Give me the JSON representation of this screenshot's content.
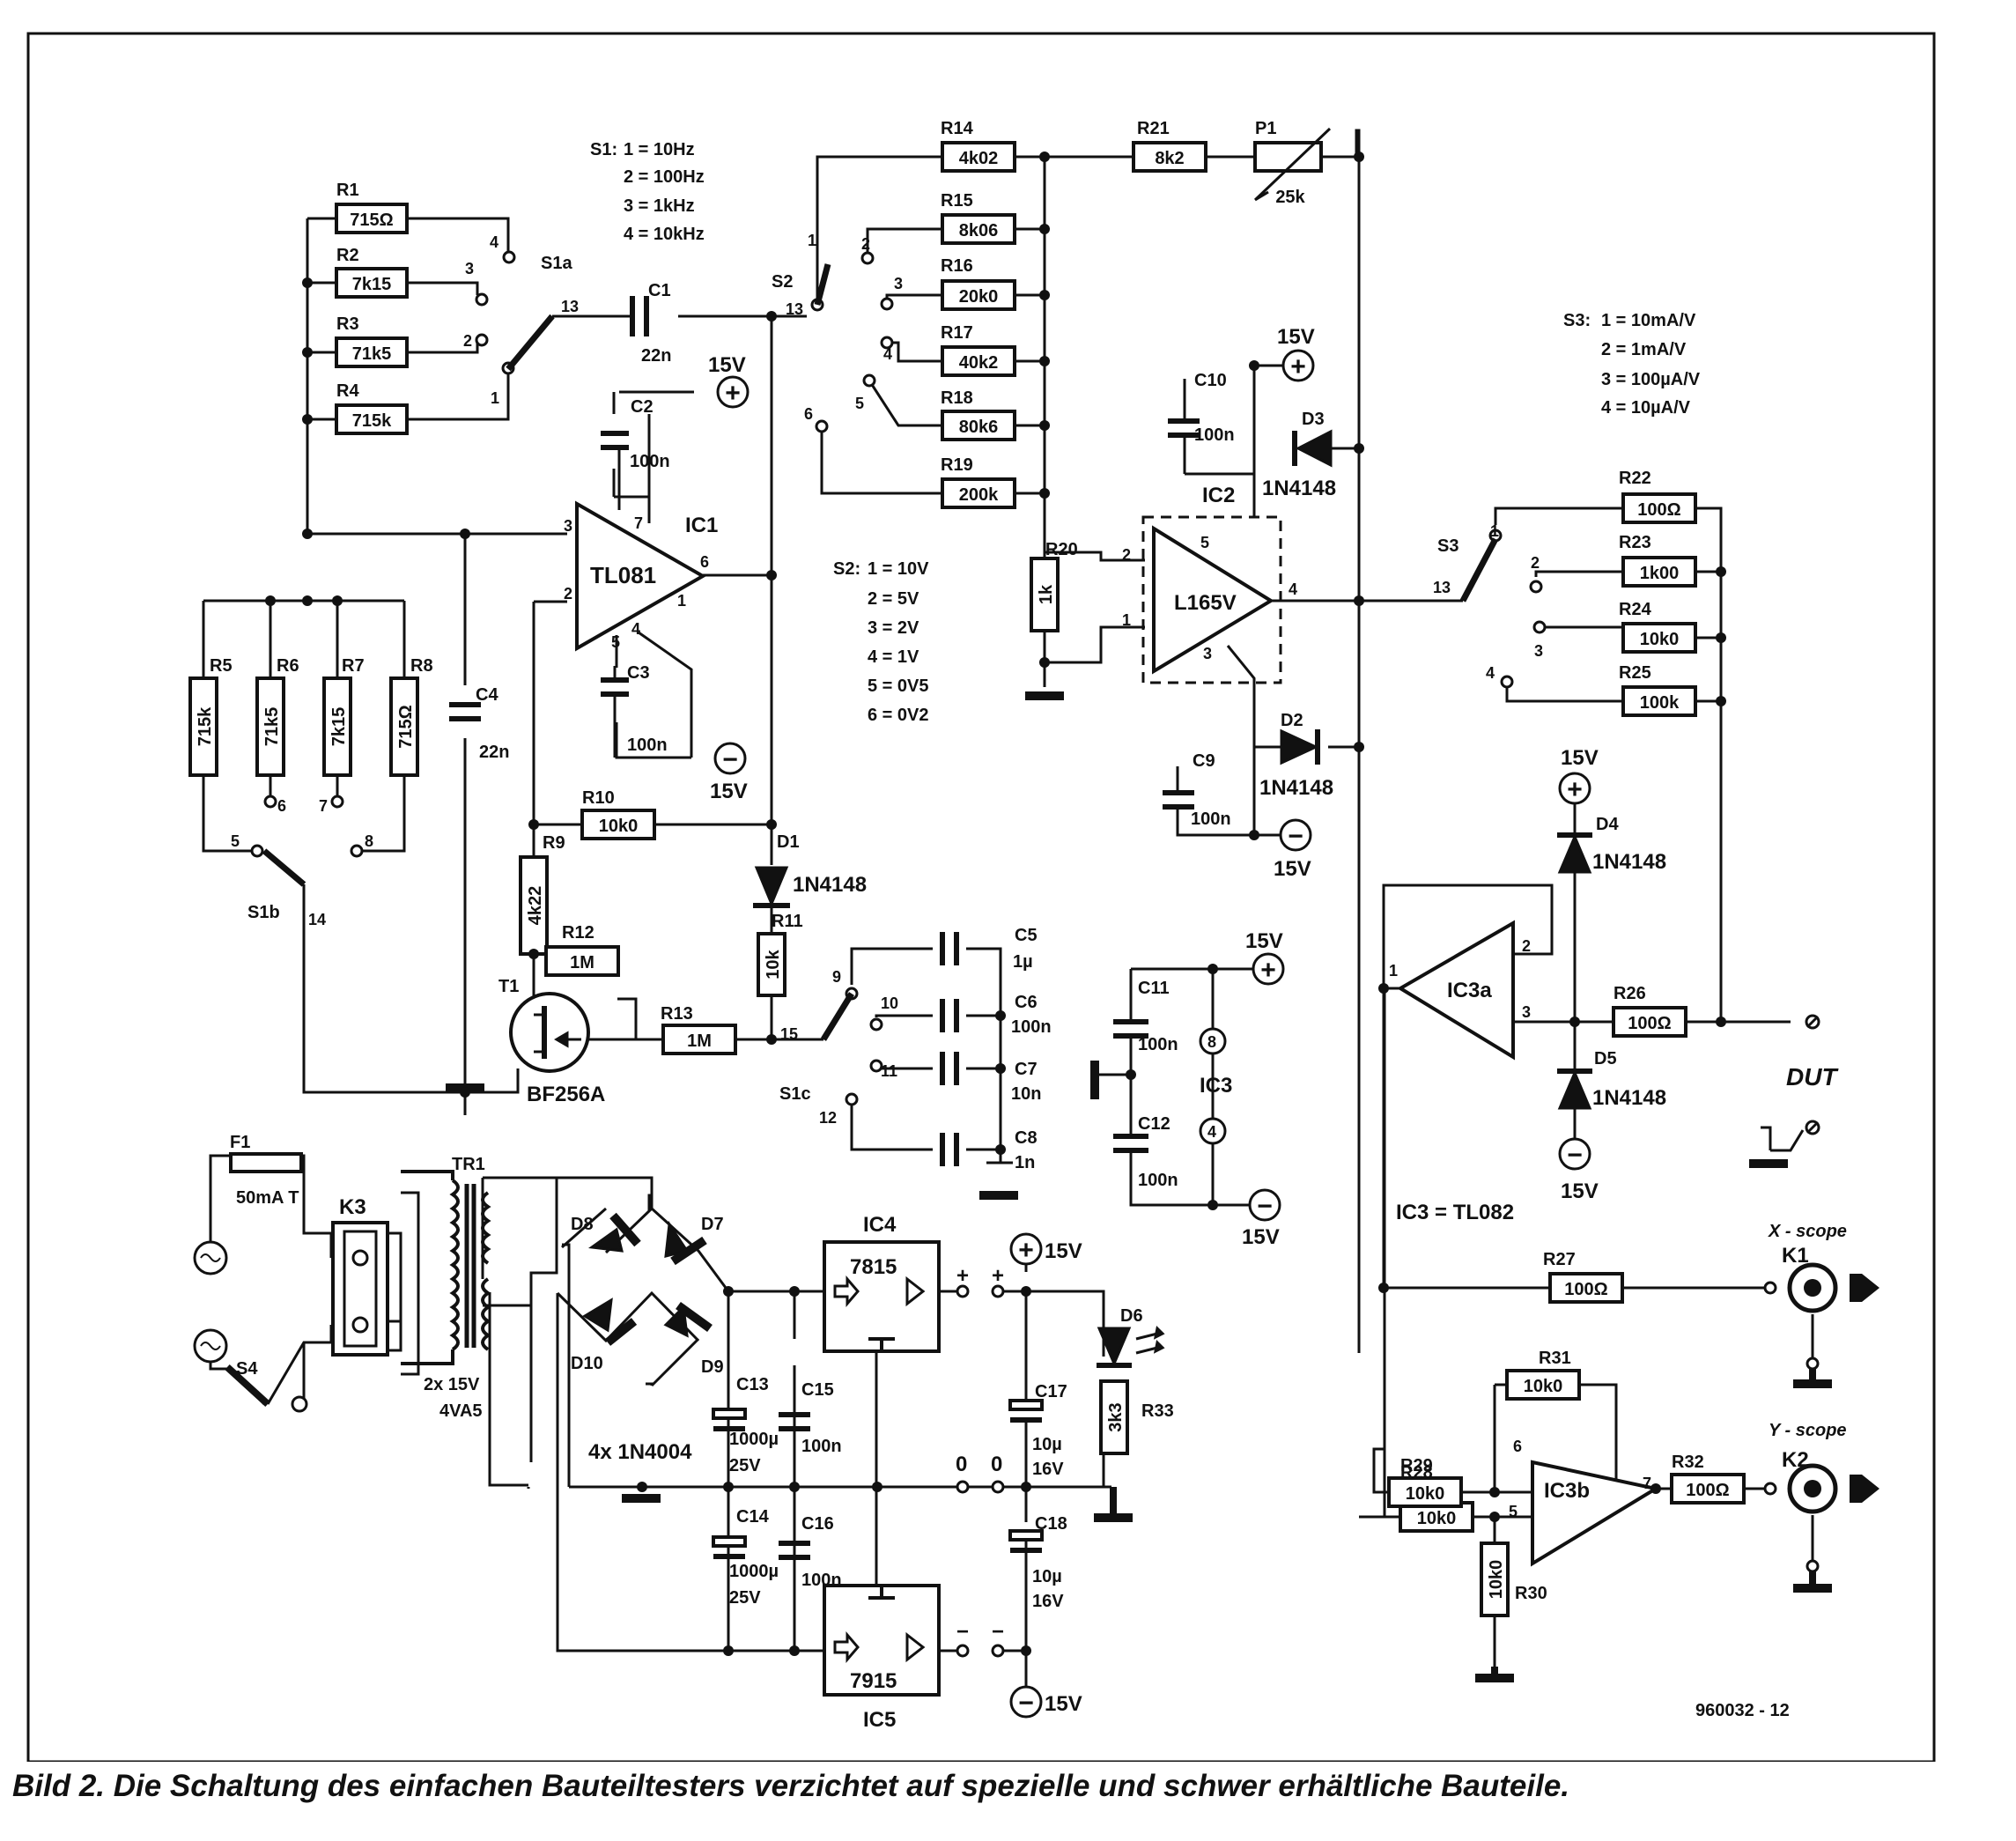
{
  "caption": "Bild 2. Die Schaltung des einfachen Bauteiltesters verzichtet auf spezielle und schwer erhältliche Bauteile.",
  "drawing_number": "960032 - 12",
  "switch_legends": {
    "s1": {
      "title": "S1:",
      "lines": [
        "1 = 10Hz",
        "2 = 100Hz",
        "3 = 1kHz",
        "4 = 10kHz"
      ]
    },
    "s2": {
      "title": "S2:",
      "lines": [
        "1 = 10V",
        "2 = 5V",
        "3 = 2V",
        "4 = 1V",
        "5 = 0V5",
        "6 = 0V2"
      ]
    },
    "s3": {
      "title": "S3:",
      "lines": [
        "1 = 10mA/V",
        "2 = 1mA/V",
        "3 = 100µA/V",
        "4 = 10µA/V"
      ]
    }
  },
  "resistors": [
    {
      "ref": "R1",
      "value": "715Ω"
    },
    {
      "ref": "R2",
      "value": "7k15"
    },
    {
      "ref": "R3",
      "value": "71k5"
    },
    {
      "ref": "R4",
      "value": "715k"
    },
    {
      "ref": "R5",
      "value": "715k"
    },
    {
      "ref": "R6",
      "value": "71k5"
    },
    {
      "ref": "R7",
      "value": "7k15"
    },
    {
      "ref": "R8",
      "value": "715Ω"
    },
    {
      "ref": "R9",
      "value": "4k22"
    },
    {
      "ref": "R10",
      "value": "10k0"
    },
    {
      "ref": "R11",
      "value": "10k"
    },
    {
      "ref": "R12",
      "value": "1M"
    },
    {
      "ref": "R13",
      "value": "1M"
    },
    {
      "ref": "R14",
      "value": "4k02"
    },
    {
      "ref": "R15",
      "value": "8k06"
    },
    {
      "ref": "R16",
      "value": "20k0"
    },
    {
      "ref": "R17",
      "value": "40k2"
    },
    {
      "ref": "R18",
      "value": "80k6"
    },
    {
      "ref": "R19",
      "value": "200k"
    },
    {
      "ref": "R20",
      "value": "1k"
    },
    {
      "ref": "R21",
      "value": "8k2"
    },
    {
      "ref": "R22",
      "value": "100Ω"
    },
    {
      "ref": "R23",
      "value": "1k00"
    },
    {
      "ref": "R24",
      "value": "10k0"
    },
    {
      "ref": "R25",
      "value": "100k"
    },
    {
      "ref": "R26",
      "value": "100Ω"
    },
    {
      "ref": "R27",
      "value": "100Ω"
    },
    {
      "ref": "R28",
      "value": "10k0"
    },
    {
      "ref": "R29",
      "value": "10k0"
    },
    {
      "ref": "R30",
      "value": "10k0"
    },
    {
      "ref": "R31",
      "value": "10k0"
    },
    {
      "ref": "R32",
      "value": "100Ω"
    },
    {
      "ref": "R33",
      "value": "3k3"
    }
  ],
  "potentiometer": {
    "ref": "P1",
    "value": "25k"
  },
  "capacitors": [
    {
      "ref": "C1",
      "value": "22n"
    },
    {
      "ref": "C2",
      "value": "100n"
    },
    {
      "ref": "C3",
      "value": "100n"
    },
    {
      "ref": "C4",
      "value": "22n"
    },
    {
      "ref": "C5",
      "value": "1µ"
    },
    {
      "ref": "C6",
      "value": "100n"
    },
    {
      "ref": "C7",
      "value": "10n"
    },
    {
      "ref": "C8",
      "value": "1n"
    },
    {
      "ref": "C9",
      "value": "100n"
    },
    {
      "ref": "C10",
      "value": "100n"
    },
    {
      "ref": "C11",
      "value": "100n"
    },
    {
      "ref": "C12",
      "value": "100n"
    },
    {
      "ref": "C13",
      "value": "1000µ",
      "voltage": "25V"
    },
    {
      "ref": "C14",
      "value": "1000µ",
      "voltage": "25V"
    },
    {
      "ref": "C15",
      "value": "100n"
    },
    {
      "ref": "C16",
      "value": "100n"
    },
    {
      "ref": "C17",
      "value": "10µ",
      "voltage": "16V"
    },
    {
      "ref": "C18",
      "value": "10µ",
      "voltage": "16V"
    }
  ],
  "diodes": [
    {
      "ref": "D1",
      "type": "1N4148"
    },
    {
      "ref": "D2",
      "type": "1N4148"
    },
    {
      "ref": "D3",
      "type": "1N4148"
    },
    {
      "ref": "D4",
      "type": "1N4148"
    },
    {
      "ref": "D5",
      "type": "1N4148"
    },
    {
      "ref": "D6"
    },
    {
      "ref": "D7"
    },
    {
      "ref": "D8"
    },
    {
      "ref": "D9"
    },
    {
      "ref": "D10"
    }
  ],
  "bridge_note": "4x 1N4004",
  "ics": {
    "ic1": {
      "ref": "IC1",
      "type": "TL081"
    },
    "ic2": {
      "ref": "IC2",
      "type": "L165V"
    },
    "ic3": {
      "ref": "IC3",
      "note": "IC3 = TL082"
    },
    "ic3a": {
      "ref": "IC3a"
    },
    "ic3b": {
      "ref": "IC3b"
    },
    "ic4": {
      "ref": "IC4",
      "type": "7815"
    },
    "ic5": {
      "ref": "IC5",
      "type": "7915"
    }
  },
  "transistor": {
    "ref": "T1",
    "type": "BF256A"
  },
  "transformer": {
    "ref": "TR1",
    "rating1": "2x 15V",
    "rating2": "4VA5"
  },
  "fuse": {
    "ref": "F1",
    "value": "50mA T"
  },
  "connectors": {
    "k1": {
      "ref": "K1",
      "label": "X - scope"
    },
    "k2": {
      "ref": "K2",
      "label": "Y - scope"
    },
    "k3": {
      "ref": "K3"
    }
  },
  "switch_labels": {
    "s1a": "S1a",
    "s1b": "S1b",
    "s1c": "S1c",
    "s2": "S2",
    "s3": "S3",
    "s4": "S4"
  },
  "dut_label": "DUT",
  "supply": {
    "plus": "15V",
    "minus": "15V",
    "plus_symbol": "+",
    "minus_symbol": "−",
    "zero": "0"
  }
}
